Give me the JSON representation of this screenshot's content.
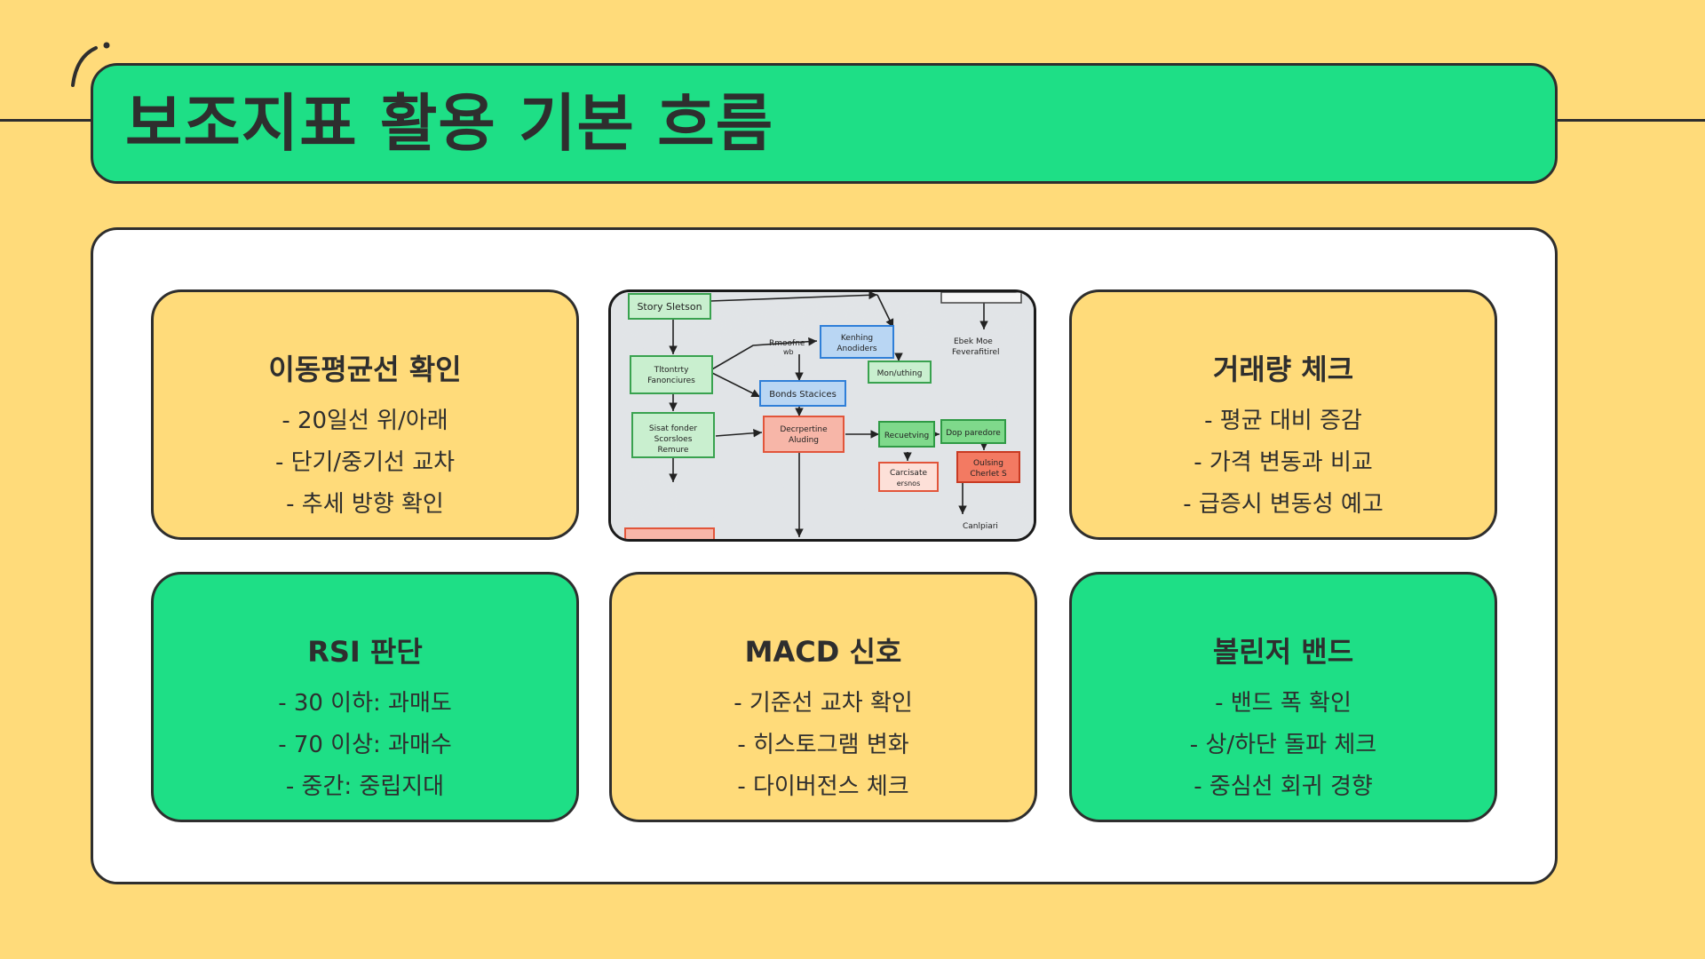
{
  "slide": {
    "title": "보조지표 활용 기본 흐름",
    "colors": {
      "background": "#FFDB7A",
      "accent_green": "#1EDF86",
      "panel": "#FFFFFF",
      "outline": "#2E2E2E"
    }
  },
  "cards": [
    {
      "title": "이동평균선 확인",
      "items": [
        "- 20일선 위/아래",
        "- 단기/중기선 교차",
        "- 추세 방향 확인"
      ]
    },
    {
      "title": "거래량 체크",
      "items": [
        "- 평균 대비 증감",
        "- 가격 변동과 비교",
        "- 급증시 변동성 예고"
      ]
    },
    {
      "title": "RSI 판단",
      "items": [
        "- 30 이하: 과매도",
        "- 70 이상: 과매수",
        "- 중간: 중립지대"
      ]
    },
    {
      "title": "MACD 신호",
      "items": [
        "- 기준선 교차 확인",
        "- 히스토그램 변화",
        "- 다이버전스 체크"
      ]
    },
    {
      "title": "볼린저 밴드",
      "items": [
        "- 밴드 폭 확인",
        "- 상/하단 돌파 체크",
        "- 중심선 회귀 경향"
      ]
    }
  ]
}
